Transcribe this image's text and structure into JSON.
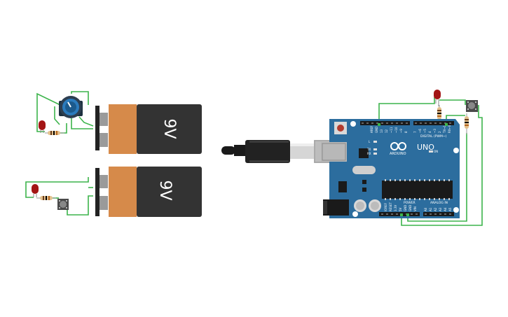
{
  "batteries": [
    {
      "label": "9V"
    },
    {
      "label": "9V"
    }
  ],
  "arduino": {
    "model": "UNO",
    "brand": "ARDUINO",
    "digital_header": "DIGITAL (PWM~)",
    "power_header": "POWER",
    "analog_header": "ANALOG IN",
    "aref": "AREF",
    "gnd": "GND",
    "tx": "TX",
    "rx": "RX",
    "led_l": "L",
    "on": "ON",
    "digital_pins": [
      "13",
      "12",
      "~11",
      "~10",
      "~9",
      "8",
      "7",
      "~6",
      "~5",
      "4",
      "~3",
      "2",
      "TX→1",
      "RX←0"
    ],
    "power_pins": [
      "IOREF",
      "RESET",
      "3.3V",
      "5V",
      "GND",
      "GND",
      "VIN"
    ],
    "analog_pins": [
      "A0",
      "A1",
      "A2",
      "A3",
      "A4",
      "A5"
    ]
  },
  "colors": {
    "wire": "#3cb44b",
    "arduino_board": "#2c6d9e",
    "battery_body": "#333333",
    "battery_top": "#d68a4a",
    "led": "#a31515",
    "resistor": "#e2c08d"
  }
}
